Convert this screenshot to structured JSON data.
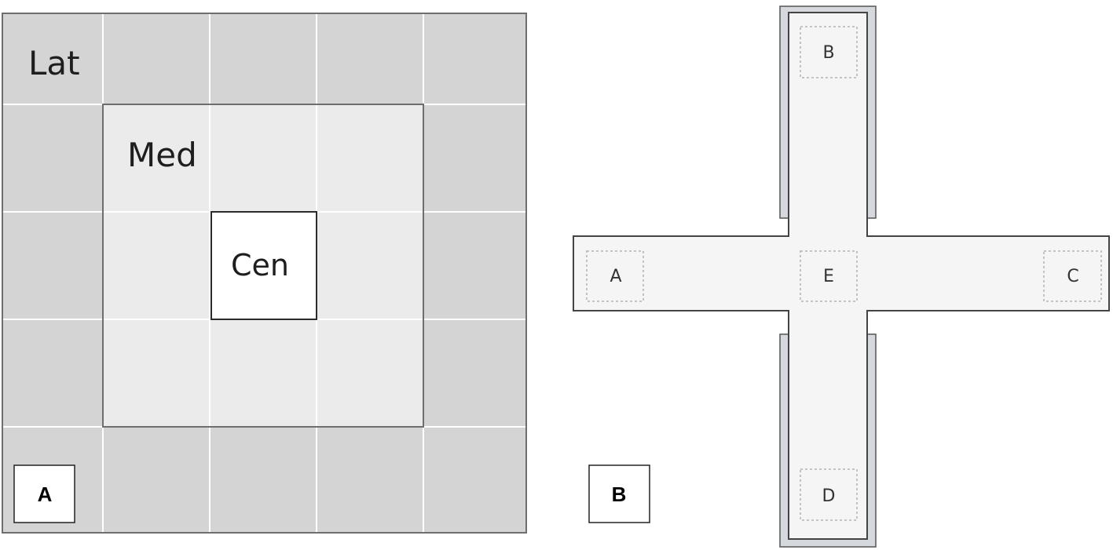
{
  "panel_a": {
    "panel_label": "A",
    "zones": {
      "lateral": "Lat",
      "medial": "Med",
      "central": "Cen"
    }
  },
  "panel_b": {
    "panel_label": "B",
    "zones": {
      "top": "B",
      "left": "A",
      "center": "E",
      "right": "C",
      "bottom": "D"
    }
  },
  "colors": {
    "lateral_fill": "#d4d4d4",
    "medial_fill": "#ebebeb",
    "central_fill": "#ffffff",
    "maze_fill": "#f5f5f5",
    "wall_fill": "#d5d8dc",
    "outline": "#555555"
  }
}
